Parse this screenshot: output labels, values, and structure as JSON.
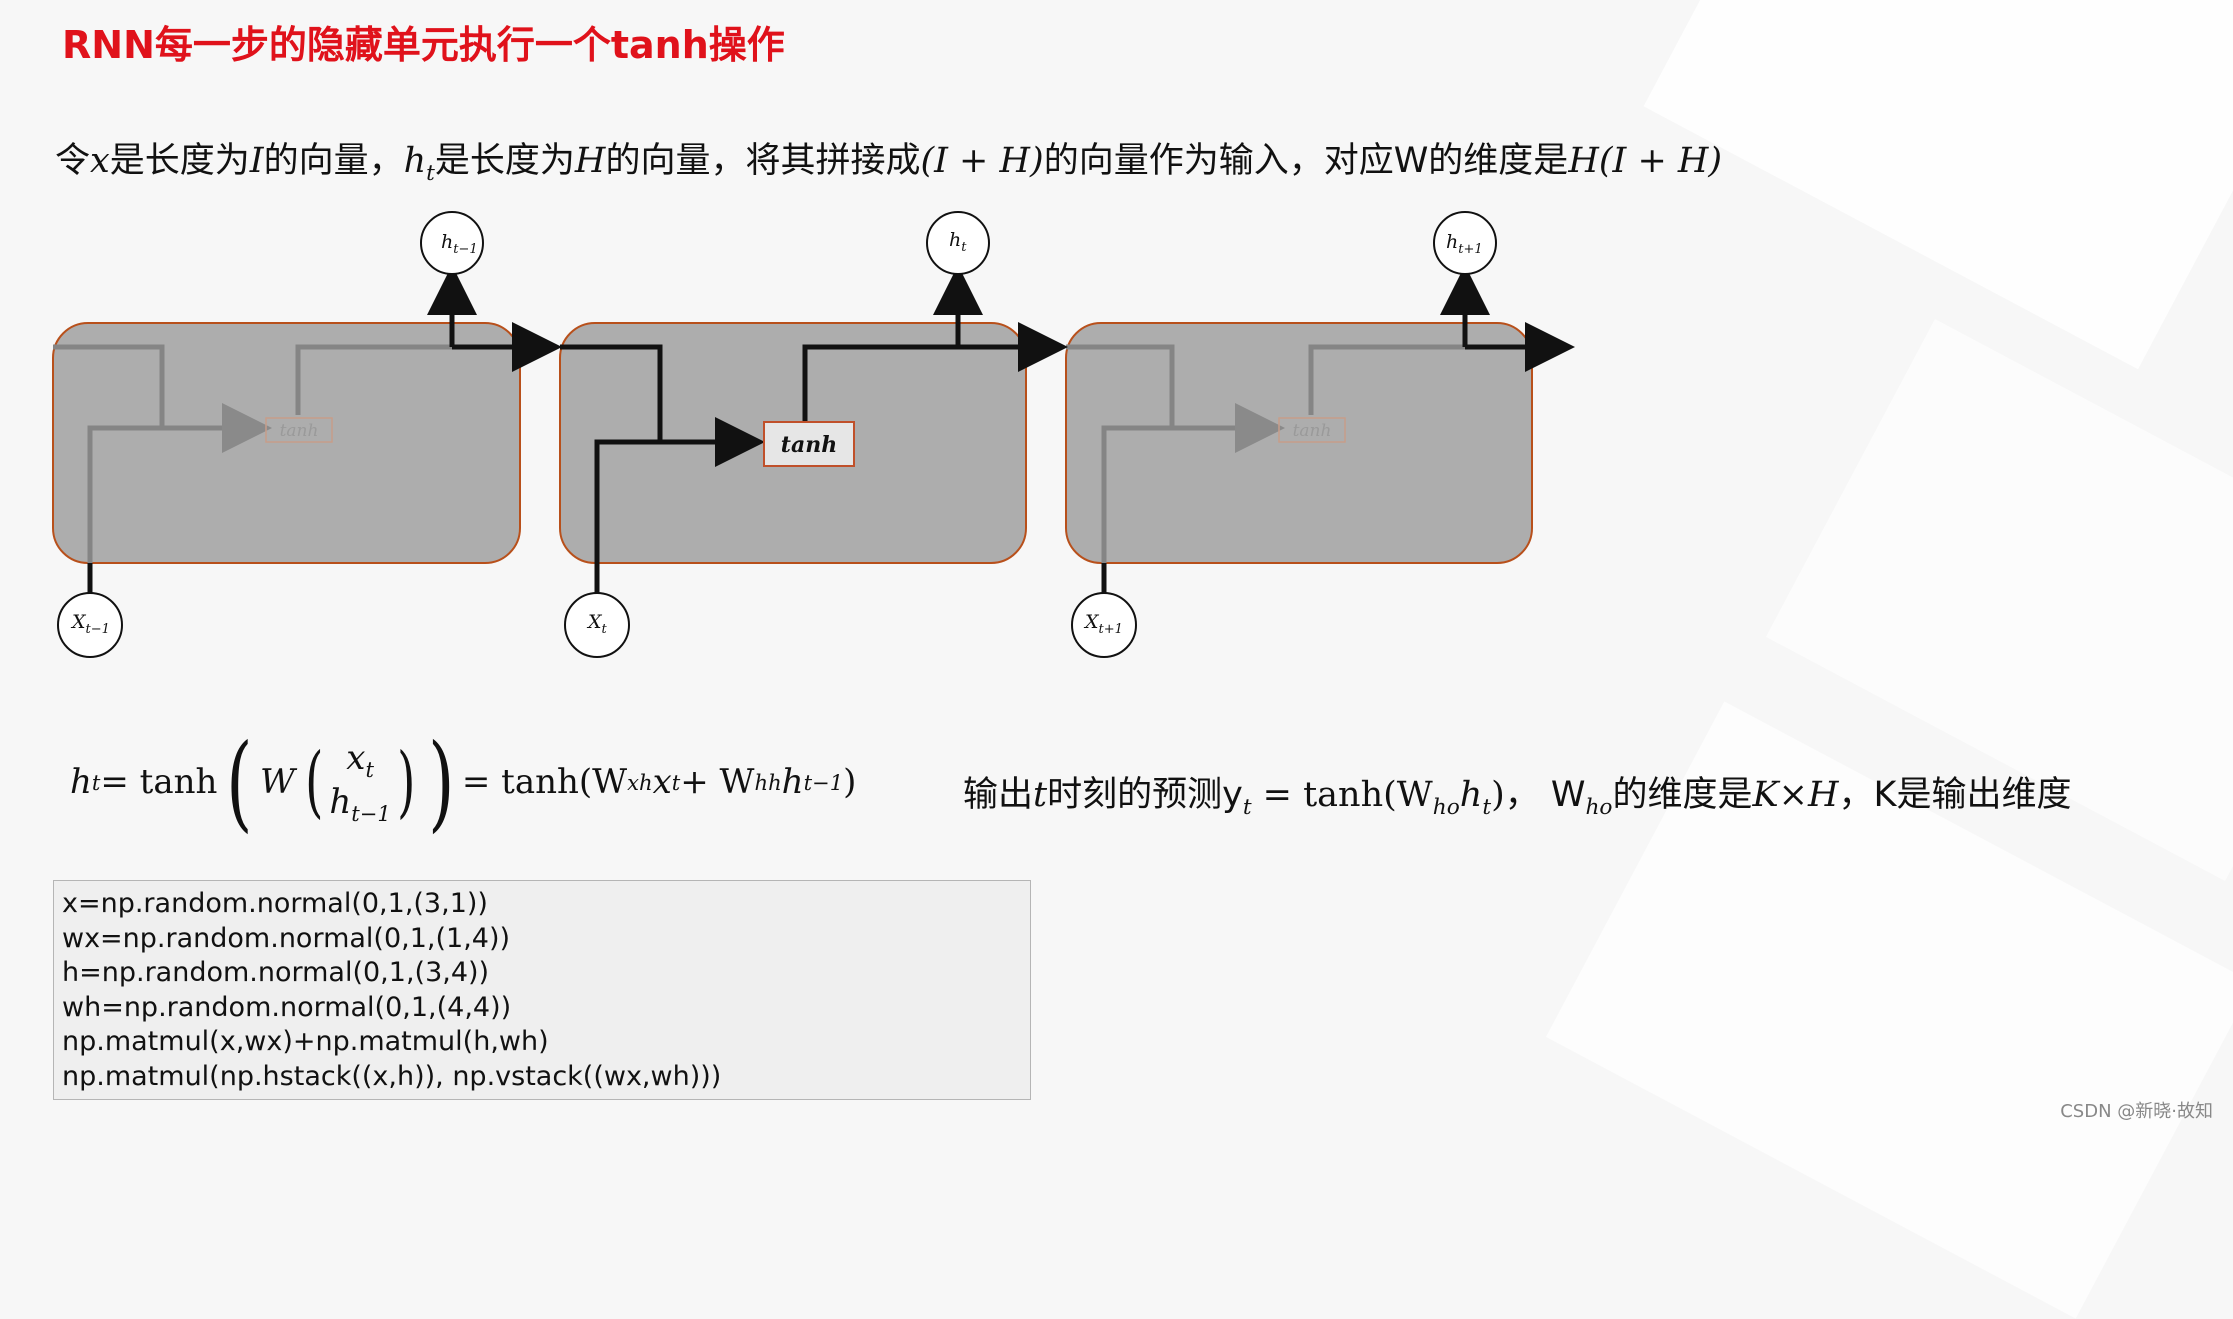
{
  "title": "RNN每一步的隐藏单元执行一个tanh操作",
  "intro": {
    "t1": "令",
    "x": "x",
    "t2": "是长度为",
    "I": "I",
    "t3": "的向量，",
    "h": "h",
    "h_sub": "t",
    "t4": "是长度为",
    "H": "H",
    "t5": "的向量，将其拼接成",
    "IH1": "(I + H)",
    "t6": "的向量作为输入，对应W的维度是",
    "IH2": "H(I + H)"
  },
  "diagram": {
    "outputs": [
      "h_{t-1}",
      "h_t",
      "h_{t+1}"
    ],
    "inputs": [
      "X_{t-1}",
      "X_t",
      "X_{t+1}"
    ],
    "cell_label": "tanh",
    "colors": {
      "cell_fill": "#adadad",
      "cell_border": "#b8501b",
      "arrow": "#111111",
      "faded_line": "#7f7f7f",
      "tanh_border": "#c0502a",
      "tanh_fill": "#e6e6e6"
    }
  },
  "equation": {
    "lhs": "h",
    "lhs_sub": "t",
    "eq1": " = tanh",
    "W": "W",
    "vec_top": "x",
    "vec_top_sub": "t",
    "vec_bot": "h",
    "vec_bot_sub": "t−1",
    "eq2": " = tanh(W",
    "sub_xh": "xh",
    "x": "x",
    "x_sub": "t",
    "plus": " + W",
    "sub_hh": "hh",
    "h": "h",
    "h_sub": "t−1",
    "close": ")"
  },
  "output_line": {
    "t1": "输出",
    "t": "t",
    "t2": "时刻的预测y",
    "y_sub": "t",
    "eq": " = tanh(W",
    "ho_sub": "ho",
    "h": "h",
    "h_sub": "t",
    "close": ")，",
    "W2": " W",
    "ho_sub2": "ho",
    "t3": "的维度是",
    "KH": "K×H",
    "t4": "，K是输出维度"
  },
  "code": [
    "x=np.random.normal(0,1,(3,1))",
    "wx=np.random.normal(0,1,(1,4))",
    "h=np.random.normal(0,1,(3,4))",
    "wh=np.random.normal(0,1,(4,4))",
    "np.matmul(x,wx)+np.matmul(h,wh)",
    "np.matmul(np.hstack((x,h)), np.vstack((wx,wh)))"
  ],
  "watermark": "CSDN @新晓·故知"
}
